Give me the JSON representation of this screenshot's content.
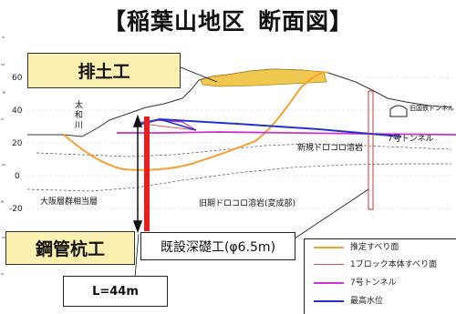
{
  "title": {
    "part1": "【稲葉山地区",
    "part2": "断面図】"
  },
  "boxes": {
    "embankment": "排土工",
    "steel_pile": "鋼管杭工",
    "pile_length": "L=44m",
    "existing_pier": "既設深礎工(φ6.5m)"
  },
  "axis_ticks": [
    "60",
    "40",
    "20",
    "0",
    "-20"
  ],
  "labels": {
    "river": "太和川",
    "tunnel_old": "旧国鉄トンネル",
    "tunnel_7": "7号トンネル",
    "new_rock": "新規ドロコロ溶岩",
    "old_rock": "旧期ドロコロ溶岩(変成部)",
    "osaka_layer": "大阪層群相当層"
  },
  "legend": [
    {
      "label": "推定すべり面",
      "color": "#f5a033"
    },
    {
      "label": "1ブロック本体すべり面",
      "color": "#e05555"
    },
    {
      "label": "7号トンネル",
      "color": "#cc33cc"
    },
    {
      "label": "最高水位",
      "color": "#2233cc"
    }
  ],
  "colors": {
    "slip_surface": "#f5a033",
    "pile": "#e81e1e",
    "tunnel_line": "#cc33cc",
    "water_level": "#2233cc",
    "embankment_fill": "#f0c850"
  }
}
